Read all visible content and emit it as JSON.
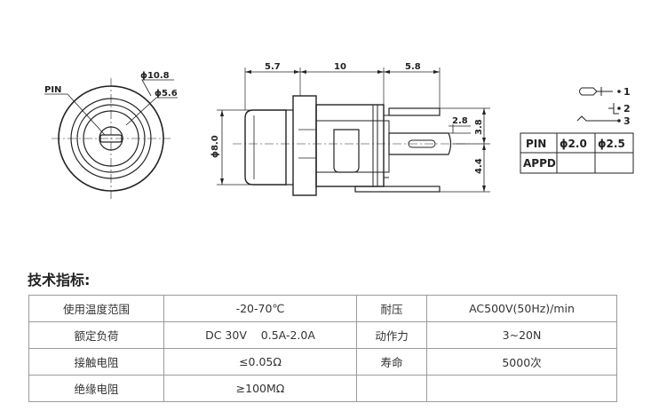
{
  "front_view": {
    "pin_label": "PIN",
    "outer_diameter": "ϕ10.8",
    "inner_diameter": "ϕ5.6"
  },
  "side_view": {
    "dims": {
      "front_length": "5.7",
      "body_length": "10",
      "pin_length": "5.8",
      "height": "ϕ8.0",
      "pin_offset": "2.8",
      "upper_height": "3.8",
      "lower_height": "4.4"
    }
  },
  "pinout": {
    "pins": [
      "1",
      "2",
      "3"
    ]
  },
  "pin_table": {
    "headers": [
      "PIN",
      "ϕ2.0",
      "ϕ2.5"
    ],
    "rows": [
      [
        "APPD",
        "",
        ""
      ]
    ]
  },
  "specs": {
    "heading": "技术指标:",
    "rows": [
      [
        "使用温度范围",
        "-20-70℃",
        "耐压",
        "AC500V(50Hz)/min"
      ],
      [
        "额定负荷",
        "DC 30V    0.5A-2.0A",
        "动作力",
        "3~20N"
      ],
      [
        "接触电阻",
        "≤0.05Ω",
        "寿命",
        "5000次"
      ],
      [
        "绝缘电阻",
        "≥100MΩ",
        "",
        ""
      ]
    ]
  }
}
